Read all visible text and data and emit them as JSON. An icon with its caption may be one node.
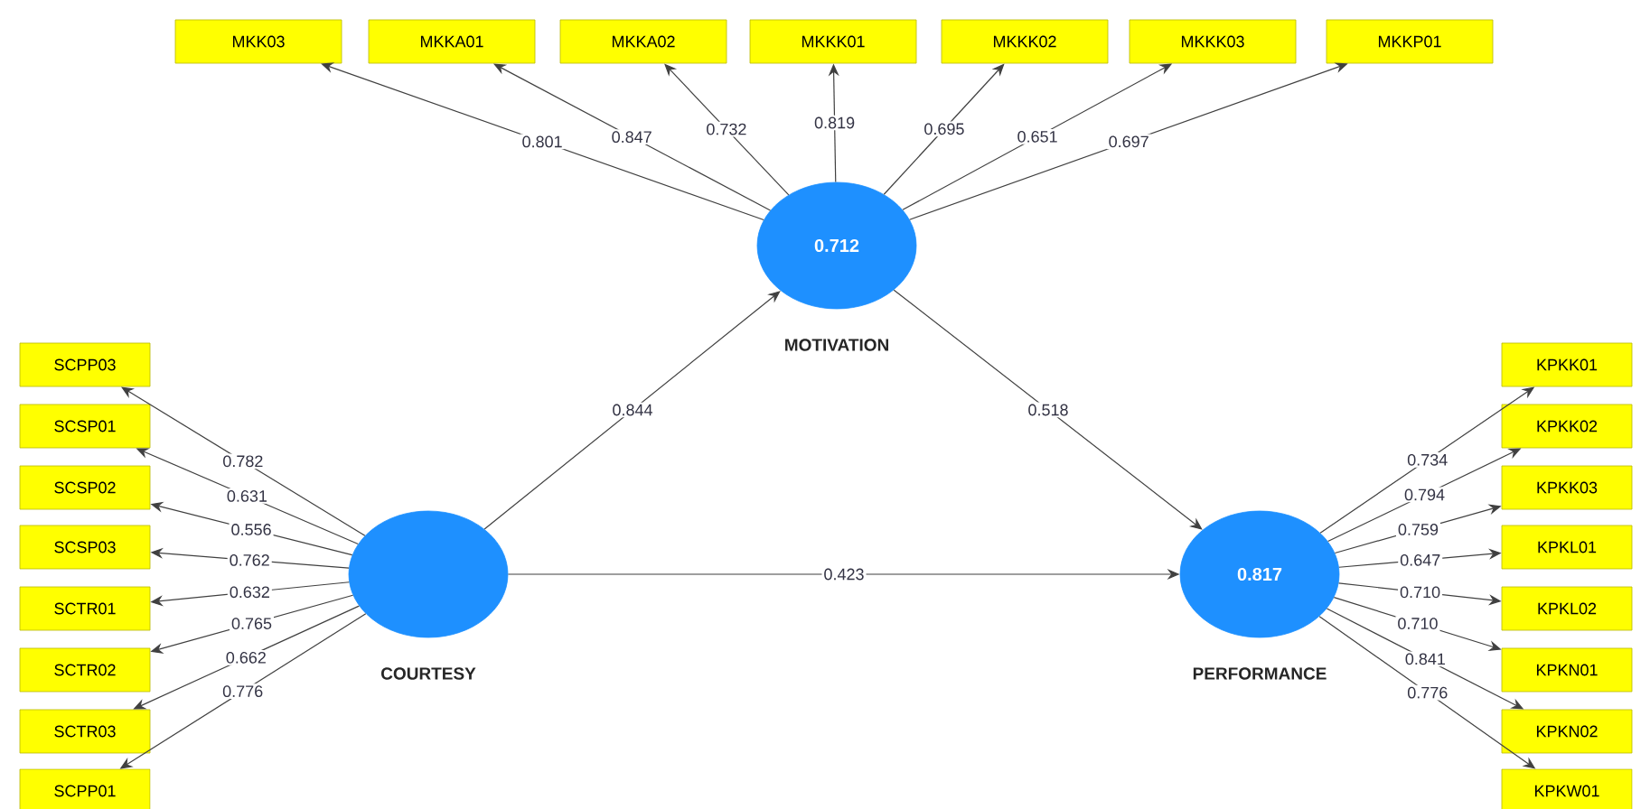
{
  "diagram": {
    "nodes": [
      {
        "text": [
          "COURTESY"
        ]
      },
      {
        "text": [
          "0.712",
          "MOTIVATION"
        ]
      },
      {
        "text": [
          "0.817",
          "PERFORMANCE"
        ]
      },
      {
        "text": [
          "MKK03"
        ]
      },
      {
        "text": [
          "MKKA01"
        ]
      },
      {
        "text": [
          "MKKA02"
        ]
      },
      {
        "text": [
          "MKKK01"
        ]
      },
      {
        "text": [
          "MKKK02"
        ]
      },
      {
        "text": [
          "MKKK03"
        ]
      },
      {
        "text": [
          "MKKP01"
        ]
      },
      {
        "text": [
          "SCPP03"
        ]
      },
      {
        "text": [
          "SCSP01"
        ]
      },
      {
        "text": [
          "SCSP02"
        ]
      },
      {
        "text": [
          "SCSP03"
        ]
      },
      {
        "text": [
          "SCTR01"
        ]
      },
      {
        "text": [
          "SCTR02"
        ]
      },
      {
        "text": [
          "SCTR03"
        ]
      },
      {
        "text": [
          "SCPP01"
        ]
      },
      {
        "text": [
          "KPKK01"
        ]
      },
      {
        "text": [
          "KPKK02"
        ]
      },
      {
        "text": [
          "KPKK03"
        ]
      },
      {
        "text": [
          "KPKL01"
        ]
      },
      {
        "text": [
          "KPKL02"
        ]
      },
      {
        "text": [
          "KPKN01"
        ]
      },
      {
        "text": [
          "KPKN02"
        ]
      },
      {
        "text": [
          "KPKW01"
        ]
      }
    ],
    "edges": [
      {
        "from": 0,
        "to": 1,
        "arrow": "to",
        "label": "0.844"
      },
      {
        "from": 1,
        "to": 2,
        "arrow": "to",
        "label": "0.518"
      },
      {
        "from": 0,
        "to": 2,
        "arrow": "to",
        "label": "0.423"
      },
      {
        "from": 1,
        "to": 3,
        "arrow": "to",
        "label": "0.801"
      },
      {
        "from": 1,
        "to": 4,
        "arrow": "to",
        "label": "0.847"
      },
      {
        "from": 1,
        "to": 5,
        "arrow": "to",
        "label": "0.732"
      },
      {
        "from": 1,
        "to": 6,
        "arrow": "to",
        "label": "0.819"
      },
      {
        "from": 1,
        "to": 7,
        "arrow": "to",
        "label": "0.695"
      },
      {
        "from": 1,
        "to": 8,
        "arrow": "to",
        "label": "0.651"
      },
      {
        "from": 1,
        "to": 9,
        "arrow": "to",
        "label": "0.697"
      },
      {
        "from": 0,
        "to": 10,
        "arrow": "to",
        "label": "0.782"
      },
      {
        "from": 0,
        "to": 11,
        "arrow": "to",
        "label": "0.631"
      },
      {
        "from": 0,
        "to": 12,
        "arrow": "to",
        "label": "0.556"
      },
      {
        "from": 0,
        "to": 13,
        "arrow": "to",
        "label": "0.762"
      },
      {
        "from": 0,
        "to": 14,
        "arrow": "to",
        "label": "0.632"
      },
      {
        "from": 0,
        "to": 15,
        "arrow": "to",
        "label": "0.765"
      },
      {
        "from": 0,
        "to": 16,
        "arrow": "to",
        "label": "0.662"
      },
      {
        "from": 0,
        "to": 17,
        "arrow": "to",
        "label": "0.776"
      },
      {
        "from": 2,
        "to": 18,
        "arrow": "to",
        "label": "0.734"
      },
      {
        "from": 2,
        "to": 19,
        "arrow": "to",
        "label": "0.794"
      },
      {
        "from": 2,
        "to": 20,
        "arrow": "to",
        "label": "0.759"
      },
      {
        "from": 2,
        "to": 21,
        "arrow": "to",
        "label": "0.647"
      },
      {
        "from": 2,
        "to": 22,
        "arrow": "to",
        "label": "0.710"
      },
      {
        "from": 2,
        "to": 23,
        "arrow": "to",
        "label": "0.710"
      },
      {
        "from": 2,
        "to": 24,
        "arrow": "to",
        "label": "0.841"
      },
      {
        "from": 2,
        "to": 25,
        "arrow": "to",
        "label": "0.776"
      }
    ]
  }
}
